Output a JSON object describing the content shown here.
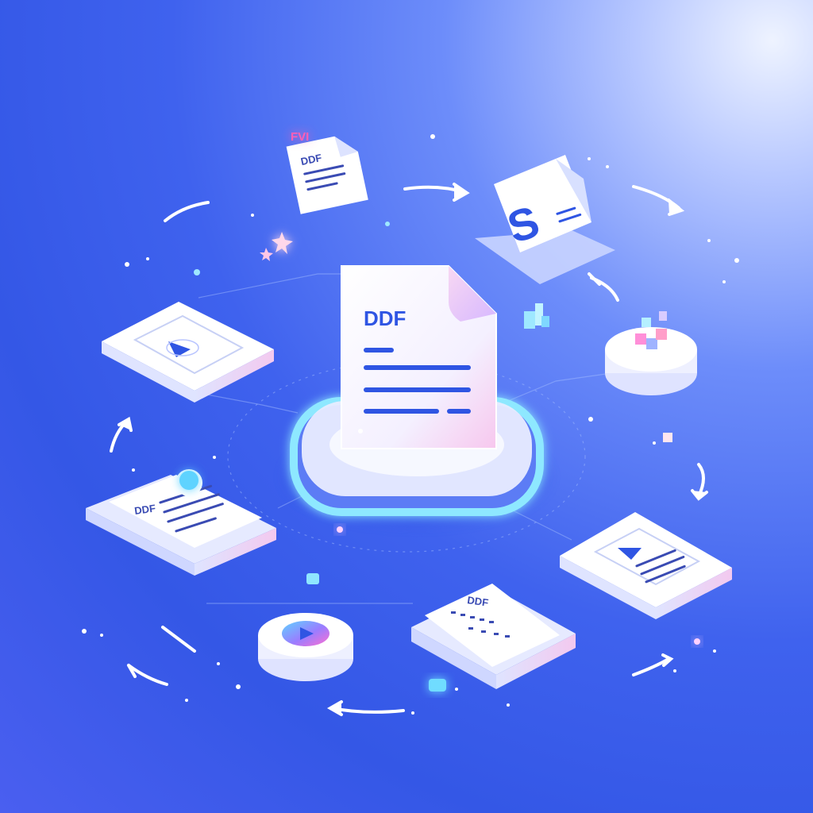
{
  "center_doc": {
    "title": "DDF"
  },
  "top_doc": {
    "title": "DDF",
    "tag": "FVI"
  },
  "top_right_doc": {
    "letter": "S"
  },
  "left_card": {
    "title": "DDF"
  },
  "bottom_card": {
    "title": "DDF"
  },
  "colors": {
    "background_start": "#3f62ee",
    "background_glow": "#eef3ff",
    "accent_blue": "#2f55e3",
    "accent_pink": "#ff4fb0",
    "glow_cyan": "#7fe3ff"
  },
  "icons": [
    "document-icon",
    "play-icon",
    "cycle-arrow-icon",
    "sparkle-icon",
    "cube-icon",
    "platform-icon"
  ]
}
